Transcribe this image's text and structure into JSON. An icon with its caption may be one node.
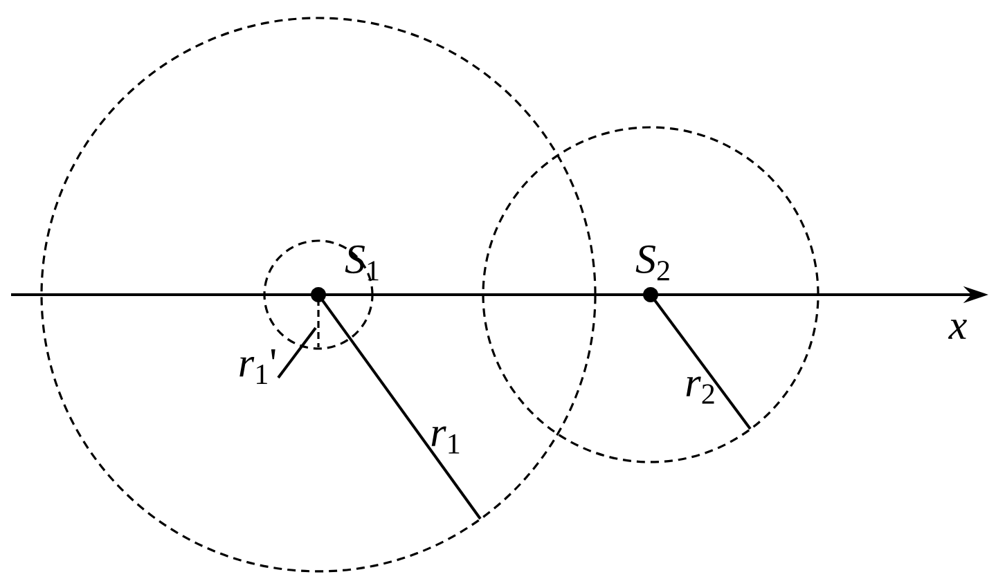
{
  "diagram": {
    "labels": [
      "*S*$_{1}$",
      "*S*$_{2}$",
      "*x*",
      "*r*$_{1}$'",
      "*r*$_{1}$",
      "*r*$_{2}$"
    ]
  }
}
